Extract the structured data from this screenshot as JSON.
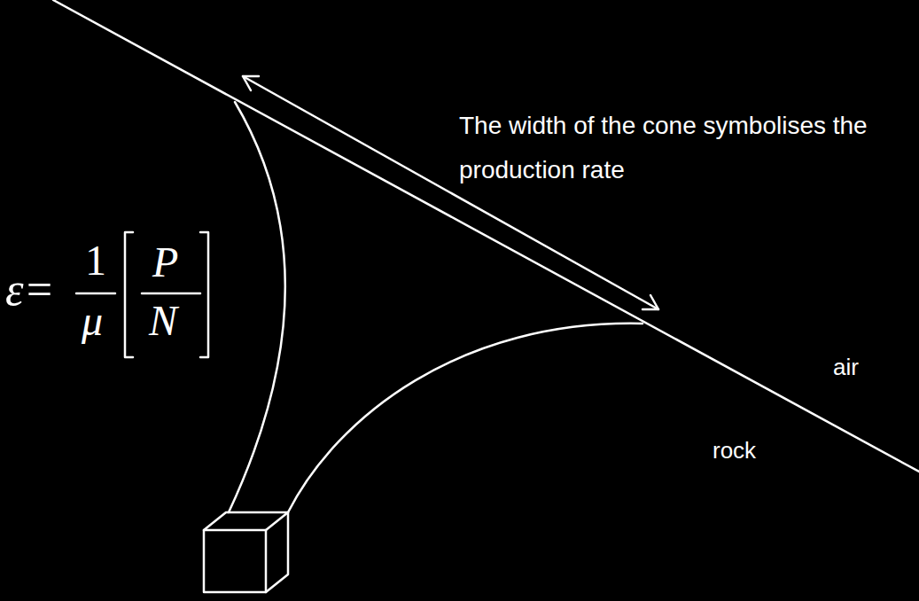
{
  "diagram": {
    "labels": [
      "The width of the cone symbolises the production rate",
      "air",
      "rock",
      "ε=",
      "1",
      "μ",
      "P",
      "N"
    ]
  }
}
